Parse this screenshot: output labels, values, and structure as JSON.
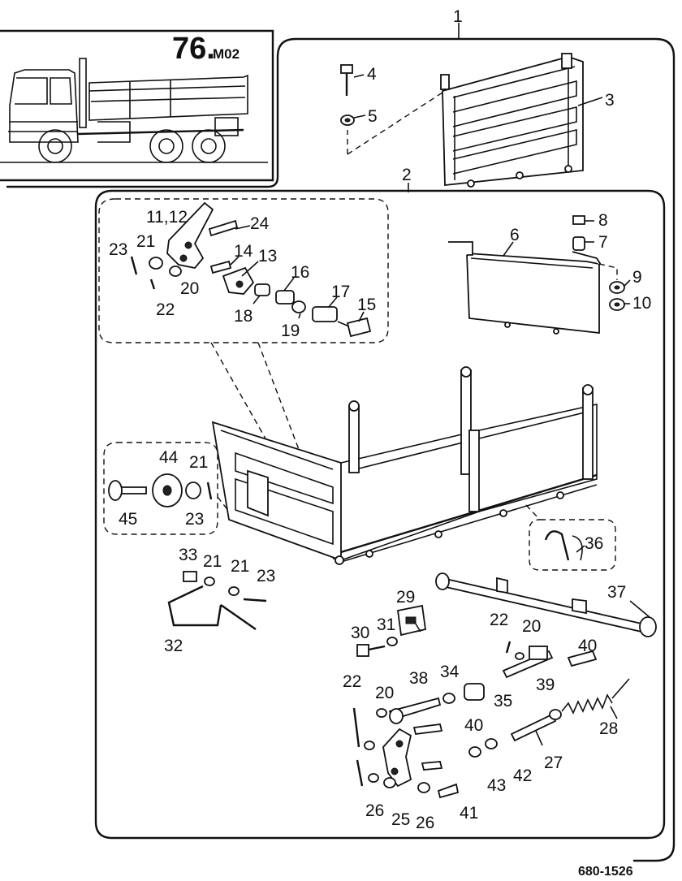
{
  "header": {
    "group_number": "76.",
    "group_suffix": "M02"
  },
  "footer": {
    "drawing_code": "680-1526"
  },
  "callouts": {
    "c1": "1",
    "c2": "2",
    "c3": "3",
    "c4": "4",
    "c5": "5",
    "c6": "6",
    "c7": "7",
    "c8": "8",
    "c9": "9",
    "c10": "10",
    "c11_12": "11,12",
    "c13": "13",
    "c14": "14",
    "c15": "15",
    "c16": "16",
    "c17": "17",
    "c18": "18",
    "c19": "19",
    "c20a": "20",
    "c20b": "20",
    "c20c": "20",
    "c21a": "21",
    "c21b": "21",
    "c21c": "21",
    "c21d": "21",
    "c22a": "22",
    "c22b": "22",
    "c22c": "22",
    "c23a": "23",
    "c23b": "23",
    "c23c": "23",
    "c24": "24",
    "c25": "25",
    "c26a": "26",
    "c26b": "26",
    "c27": "27",
    "c28": "28",
    "c29": "29",
    "c30": "30",
    "c31": "31",
    "c32": "32",
    "c33": "33",
    "c34": "34",
    "c35": "35",
    "c36": "36",
    "c37": "37",
    "c38": "38",
    "c39": "39",
    "c40a": "40",
    "c40b": "40",
    "c41": "41",
    "c42": "42",
    "c43": "43",
    "c44": "44",
    "c45": "45"
  }
}
